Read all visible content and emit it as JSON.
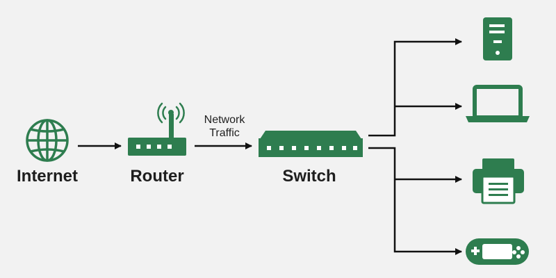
{
  "colors": {
    "accent": "#2e7d4f",
    "line": "#111111",
    "background": "#f2f2f2",
    "text": "#1e1e1e"
  },
  "nodes": {
    "internet": {
      "label": "Internet",
      "icon": "globe-icon"
    },
    "router": {
      "label": "Router",
      "icon": "wireless-router-icon"
    },
    "switch": {
      "label": "Switch",
      "icon": "network-switch-icon"
    }
  },
  "edge_label": {
    "line1": "Network",
    "line2": "Traffic"
  },
  "devices": [
    {
      "icon": "server-icon"
    },
    {
      "icon": "laptop-icon"
    },
    {
      "icon": "printer-icon"
    },
    {
      "icon": "game-controller-icon"
    }
  ]
}
